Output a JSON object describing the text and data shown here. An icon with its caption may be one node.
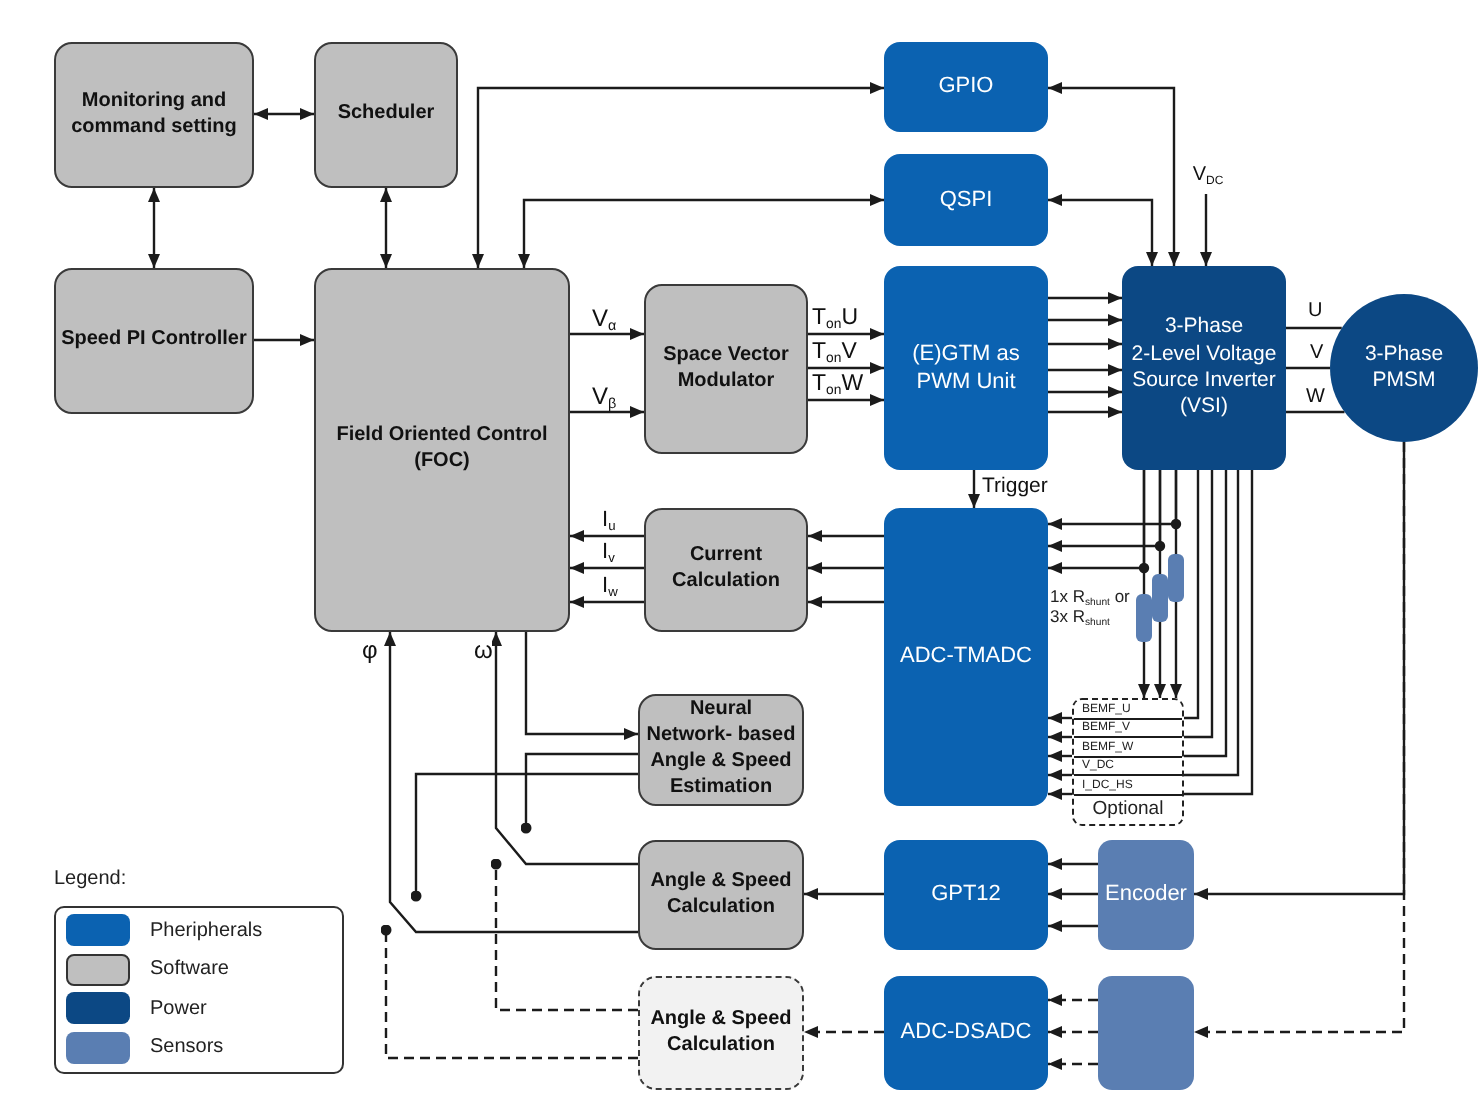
{
  "diagram": {
    "nodes": [
      {
        "text": [
          "Monitoring and command setting"
        ]
      },
      {
        "text": [
          "Scheduler"
        ]
      },
      {
        "text": [
          "GPIO"
        ]
      },
      {
        "text": [
          "QSPI"
        ]
      },
      {
        "text": [
          "V$_{DC}$"
        ]
      },
      {
        "text": [
          "Speed PI Controller"
        ]
      },
      {
        "text": [
          "Field Oriented Control (FOC)"
        ]
      },
      {
        "text": [
          "Space Vector Modulator"
        ]
      },
      {
        "text": [
          "(E)GTM as PWM Unit"
        ]
      },
      {
        "text": [
          "3-Phase 2-Level Voltage Source Inverter (VSI)"
        ]
      },
      {
        "text": [
          "3-Phase PMSM"
        ]
      },
      {
        "text": [
          "Current Calculation"
        ]
      },
      {
        "text": [
          "ADC-TMADC"
        ]
      },
      {
        "text": [
          "BEMF_U",
          "BEMF_V",
          "BEMF_W",
          "V_DC",
          "I_DC_HS",
          "Optional"
        ]
      },
      {
        "text": [
          "Neural Network- based Angle & Speed Estimation"
        ]
      },
      {
        "text": [
          "Angle & Speed Calculation"
        ]
      },
      {
        "text": [
          "GPT12"
        ]
      },
      {
        "text": [
          "Encoder"
        ]
      },
      {
        "text": [
          "Angle & Speed Calculation"
        ]
      },
      {
        "text": [
          "ADC-DSADC"
        ]
      },
      {
        "text": [],
        "shape": "box"
      }
    ],
    "edges": [
      {
        "from": 0,
        "to": 1,
        "arrow": "both"
      },
      {
        "from": 0,
        "to": 5,
        "arrow": "both"
      },
      {
        "from": 1,
        "to": 6,
        "arrow": "both"
      },
      {
        "from": 5,
        "to": 6,
        "arrow": "to"
      },
      {
        "from": 6,
        "to": 2,
        "arrow": "both"
      },
      {
        "from": 6,
        "to": 3,
        "arrow": "both"
      },
      {
        "from": 2,
        "to": 9,
        "arrow": "both"
      },
      {
        "from": 3,
        "to": 9,
        "arrow": "both"
      },
      {
        "from": 4,
        "to": 9,
        "arrow": "to"
      },
      {
        "from": 6,
        "to": 7,
        "arrow": "to",
        "label": "V$_{α}$"
      },
      {
        "from": 6,
        "to": 7,
        "arrow": "to",
        "label": "V$_{β}$"
      },
      {
        "from": 7,
        "to": 8,
        "arrow": "to",
        "label": "T$_{on}$U"
      },
      {
        "from": 7,
        "to": 8,
        "arrow": "to",
        "label": "T$_{on}$V"
      },
      {
        "from": 7,
        "to": 8,
        "arrow": "to",
        "label": "T$_{on}$W"
      },
      {
        "from": 8,
        "to": 9,
        "arrow": "to"
      },
      {
        "from": 8,
        "to": 9,
        "arrow": "to"
      },
      {
        "from": 8,
        "to": 9,
        "arrow": "to"
      },
      {
        "from": 8,
        "to": 9,
        "arrow": "to"
      },
      {
        "from": 8,
        "to": 9,
        "arrow": "to"
      },
      {
        "from": 8,
        "to": 9,
        "arrow": "to"
      },
      {
        "from": 9,
        "to": 10,
        "arrow": "none",
        "label": "U"
      },
      {
        "from": 9,
        "to": 10,
        "arrow": "none",
        "label": "V"
      },
      {
        "from": 9,
        "to": 10,
        "arrow": "none",
        "label": "W"
      },
      {
        "from": 8,
        "to": 12,
        "arrow": "to",
        "label": "Trigger"
      },
      {
        "from": 9,
        "to": 12,
        "arrow": "to"
      },
      {
        "from": 9,
        "to": 12,
        "arrow": "to"
      },
      {
        "from": 9,
        "to": 12,
        "arrow": "to"
      },
      {
        "from": 9,
        "to": 13,
        "arrow": "to"
      },
      {
        "from": 9,
        "to": 13,
        "arrow": "to"
      },
      {
        "from": 9,
        "to": 13,
        "arrow": "to"
      },
      {
        "from": 9,
        "to": 13,
        "arrow": "none"
      },
      {
        "from": 9,
        "to": 13,
        "arrow": "none"
      },
      {
        "from": 9,
        "to": 13,
        "arrow": "none"
      },
      {
        "from": 9,
        "to": 13,
        "arrow": "none"
      },
      {
        "from": 9,
        "to": 13,
        "arrow": "none"
      },
      {
        "from": 12,
        "to": 11,
        "arrow": "to"
      },
      {
        "from": 12,
        "to": 11,
        "arrow": "to"
      },
      {
        "from": 12,
        "to": 11,
        "arrow": "to"
      },
      {
        "from": 11,
        "to": 6,
        "arrow": "to",
        "label": "I$_{u}$"
      },
      {
        "from": 11,
        "to": 6,
        "arrow": "to",
        "label": "I$_{v}$"
      },
      {
        "from": 11,
        "to": 6,
        "arrow": "to",
        "label": "I$_{w}$"
      },
      {
        "from": 6,
        "to": 14,
        "arrow": "to"
      },
      {
        "from": 14,
        "to": null,
        "arrow": "other"
      },
      {
        "from": 14,
        "to": null,
        "arrow": "other"
      },
      {
        "from": 15,
        "to": 6,
        "arrow": "to",
        "label": "ω"
      },
      {
        "from": 15,
        "to": 6,
        "arrow": "to",
        "label": "φ"
      },
      {
        "from": 16,
        "to": 15,
        "arrow": "to"
      },
      {
        "from": 17,
        "to": 16,
        "arrow": "to"
      },
      {
        "from": 17,
        "to": 16,
        "arrow": "to"
      },
      {
        "from": 17,
        "to": 16,
        "arrow": "to"
      },
      {
        "from": 10,
        "to": 17,
        "arrow": "to"
      },
      {
        "from": 10,
        "to": 20,
        "arrow": "to",
        "style": "dashed"
      },
      {
        "from": 20,
        "to": 19,
        "arrow": "to",
        "style": "dashed"
      },
      {
        "from": 20,
        "to": 19,
        "arrow": "to",
        "style": "dashed"
      },
      {
        "from": 20,
        "to": 19,
        "arrow": "to",
        "style": "dashed"
      },
      {
        "from": 19,
        "to": 18,
        "arrow": "to",
        "style": "dashed"
      },
      {
        "from": 18,
        "to": null,
        "arrow": "other",
        "style": "dashed"
      },
      {
        "from": 18,
        "to": null,
        "arrow": "other",
        "style": "dashed"
      },
      {
        "from": 13,
        "to": 12,
        "arrow": "to"
      },
      {
        "from": 13,
        "to": 12,
        "arrow": "to"
      },
      {
        "from": 13,
        "to": 12,
        "arrow": "to"
      },
      {
        "from": 13,
        "to": 12,
        "arrow": "to"
      },
      {
        "from": 13,
        "to": 12,
        "arrow": "to"
      }
    ],
    "labels": [
      "1x R$_{shunt}$ or 3x R$_{shunt}$",
      "Legend:"
    ],
    "legend": [
      {
        "text": "Pheripherals",
        "color": "#0b62b1"
      },
      {
        "text": "Software",
        "color": "#bfbfbf"
      },
      {
        "text": "Power",
        "color": "#0c4884"
      },
      {
        "text": "Sensors",
        "color": "#5a7eb2"
      }
    ]
  }
}
